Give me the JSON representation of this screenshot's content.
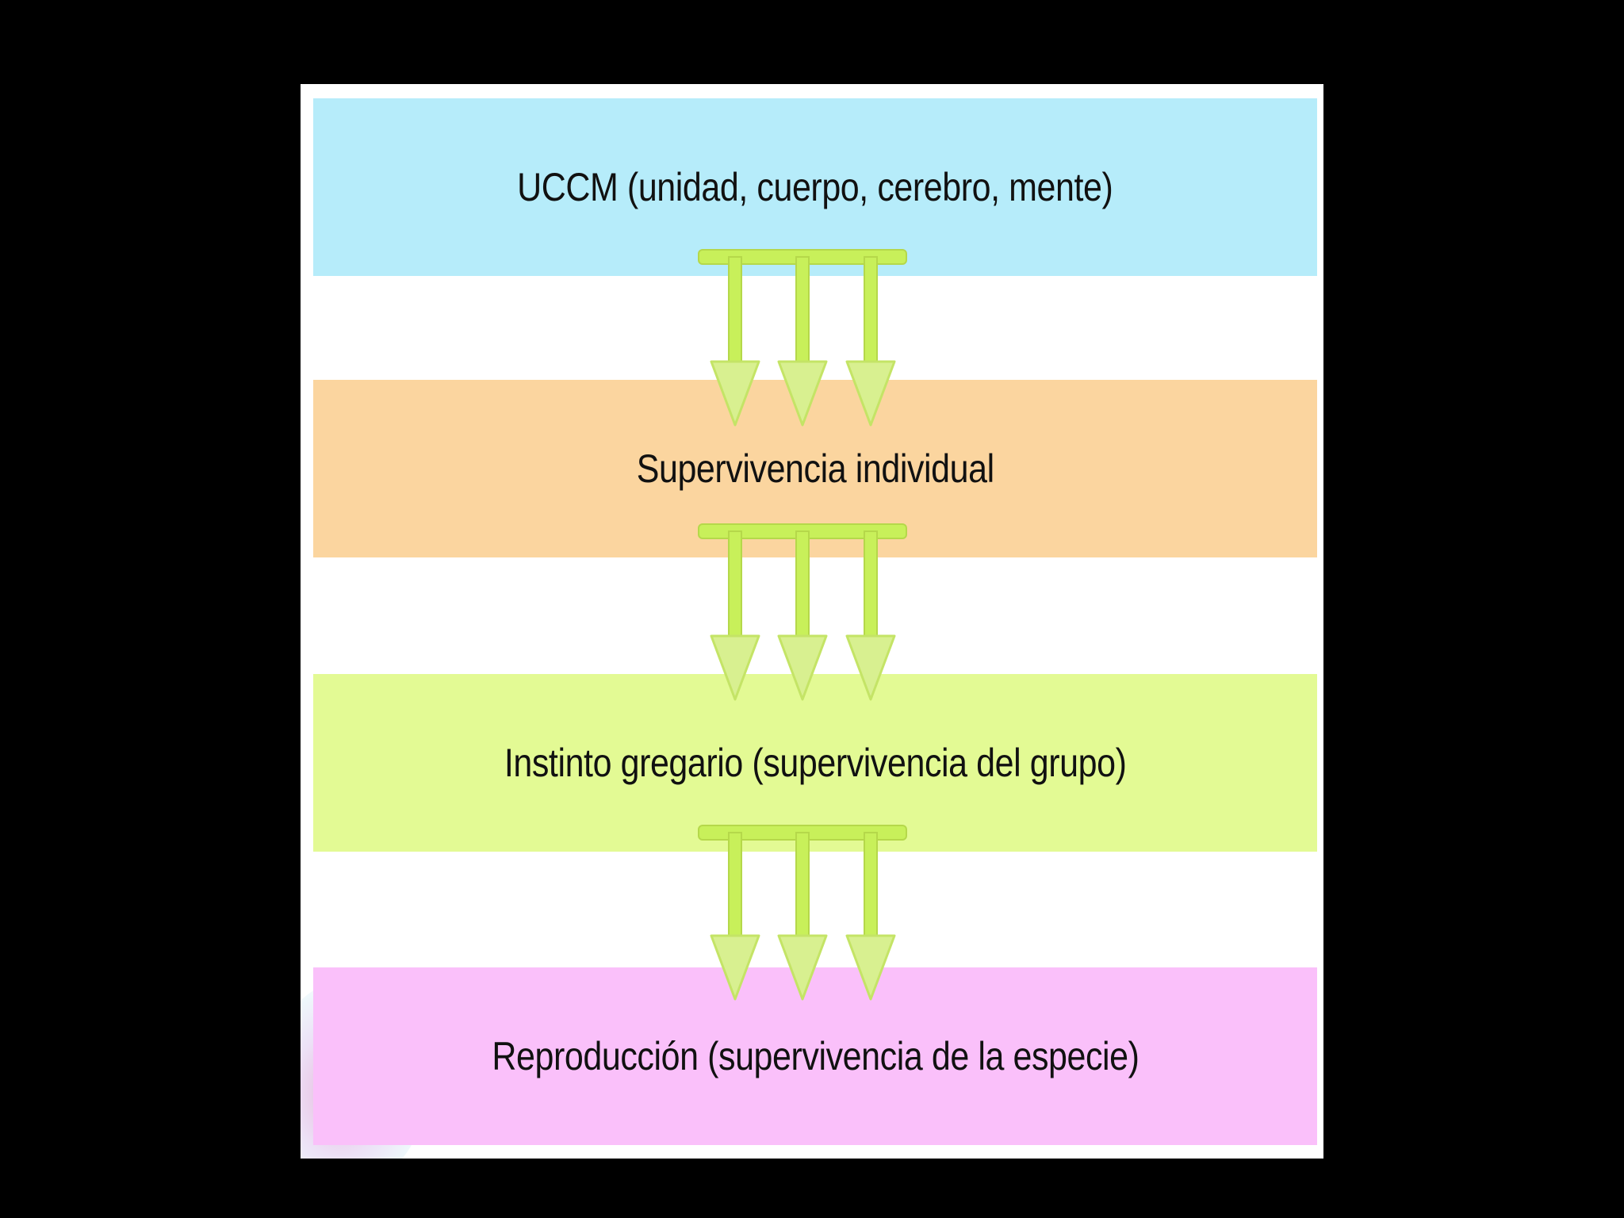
{
  "diagram": {
    "levels": [
      {
        "label": "UCCM (unidad, cuerpo, cerebro, mente)",
        "color": "#b6ecfa"
      },
      {
        "label": "Supervivencia individual",
        "color": "#fbd59f"
      },
      {
        "label": "Instinto gregario (supervivencia del grupo)",
        "color": "#e3fa94"
      },
      {
        "label": "Reproducción (supervivencia de la especie)",
        "color": "#fac0fa"
      }
    ],
    "arrow_color": "#c8f05a",
    "arrow_head_color": "#d8f090"
  }
}
